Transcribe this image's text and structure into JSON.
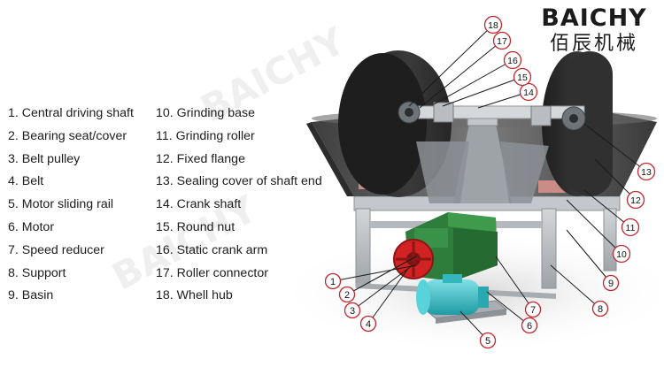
{
  "brand": {
    "name": "BAICHY",
    "chinese": "佰辰机械"
  },
  "watermark": "BAICHY",
  "legend_left": [
    "1. Central driving shaft",
    "2. Bearing seat/cover",
    "3. Belt pulley",
    "4. Belt",
    "5. Motor sliding rail",
    "6. Motor",
    "7. Speed reducer",
    "8. Support",
    "9. Basin"
  ],
  "legend_right": [
    "10. Grinding base",
    "11. Grinding roller",
    "12. Fixed flange",
    "13. Sealing cover of shaft end",
    "14. Crank shaft",
    "15. Round nut",
    "16. Static crank arm",
    "17. Roller connector",
    "18. Whell hub"
  ],
  "callouts": [
    "1",
    "2",
    "3",
    "4",
    "5",
    "6",
    "7",
    "8",
    "9",
    "10",
    "11",
    "12",
    "13",
    "14",
    "15",
    "16",
    "17",
    "18"
  ],
  "colors": {
    "callout_red": "#c0272d",
    "roller": "#2f2f2f",
    "basin": "#5a5a5a",
    "frame": "#b8bcc0",
    "reducer": "#2e7d3a",
    "pulley": "#d22323",
    "motor": "#3fc0c8"
  }
}
